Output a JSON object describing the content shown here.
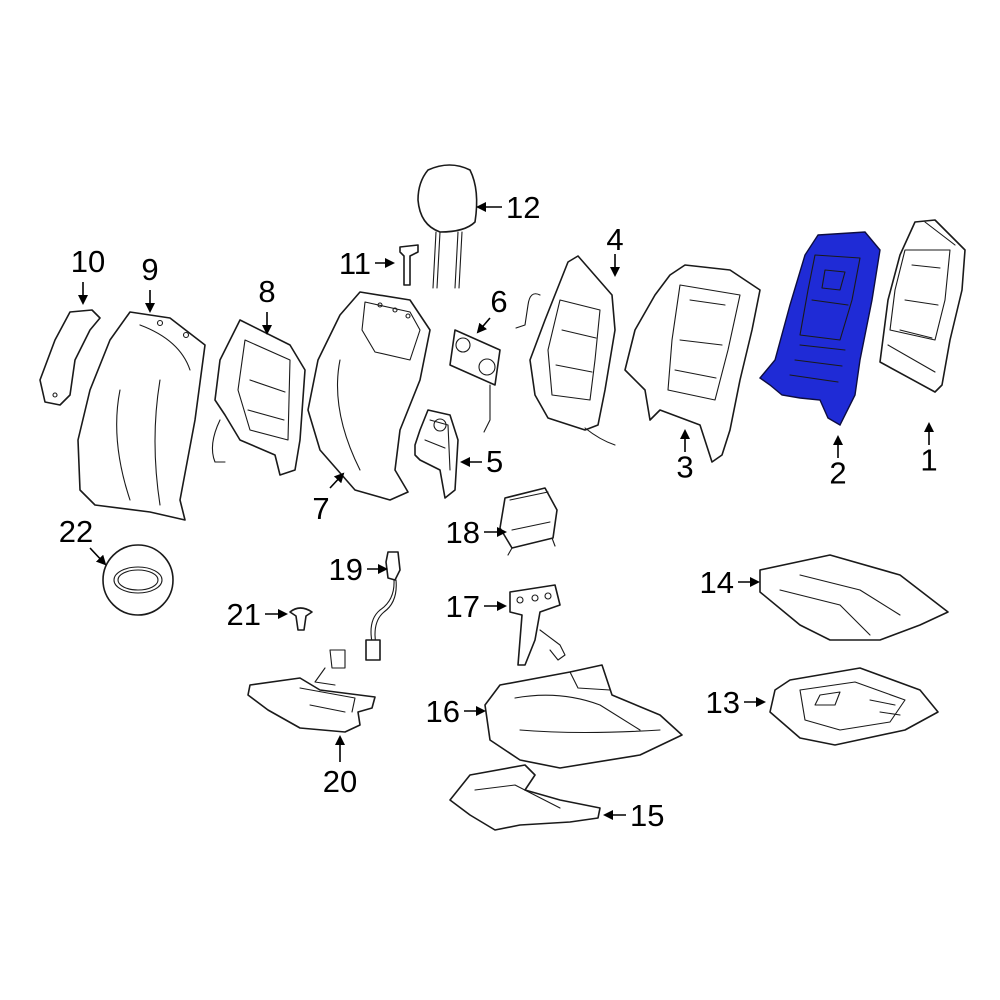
{
  "diagram": {
    "highlight_color": "#1f2bd6",
    "highlighted_part": "2",
    "callouts": {
      "c1": "1",
      "c2": "2",
      "c3": "3",
      "c4": "4",
      "c5": "5",
      "c6": "6",
      "c7": "7",
      "c8": "8",
      "c9": "9",
      "c10": "10",
      "c11": "11",
      "c12": "12",
      "c13": "13",
      "c14": "14",
      "c15": "15",
      "c16": "16",
      "c17": "17",
      "c18": "18",
      "c19": "19",
      "c20": "20",
      "c21": "21",
      "c22": "22"
    }
  }
}
